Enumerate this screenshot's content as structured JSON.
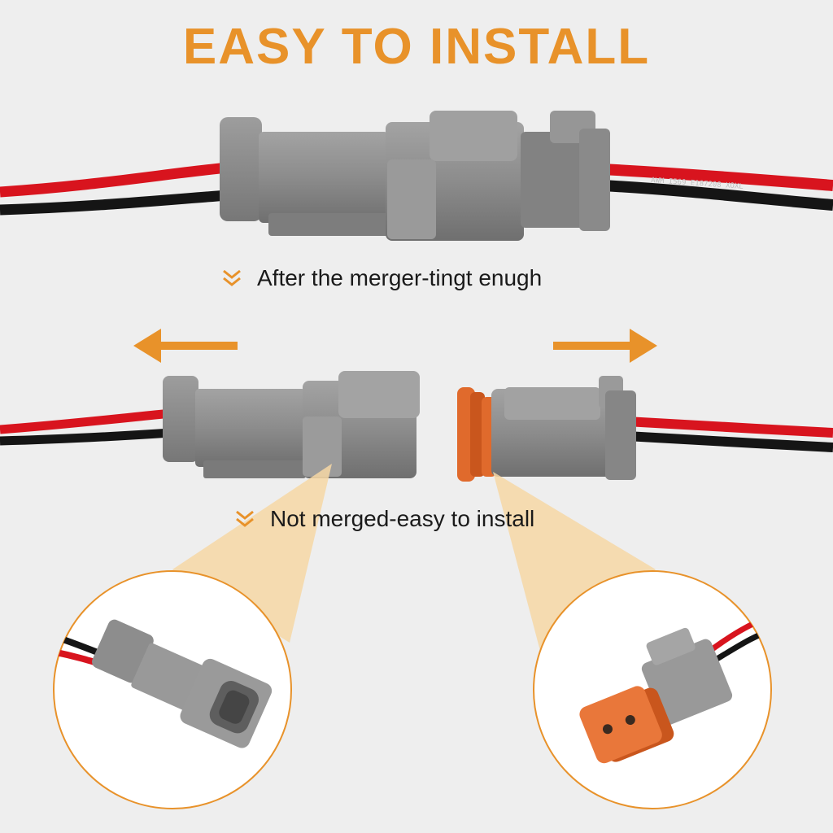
{
  "title": "EASY TO INSTALL",
  "captions": {
    "merged": "After the merger-tingt enugh",
    "unmerged": "Not merged-easy to install"
  },
  "wire_print": "AWM I569 E187208 XOXL",
  "colors": {
    "accent": "#e8922a",
    "connector_gray": "#8f8f8f",
    "seal_orange": "#e06a2c",
    "wire_red": "#d8141e",
    "wire_black": "#151515"
  },
  "icons": [
    "chevron-down-icon",
    "arrow-left-icon",
    "arrow-right-icon"
  ]
}
